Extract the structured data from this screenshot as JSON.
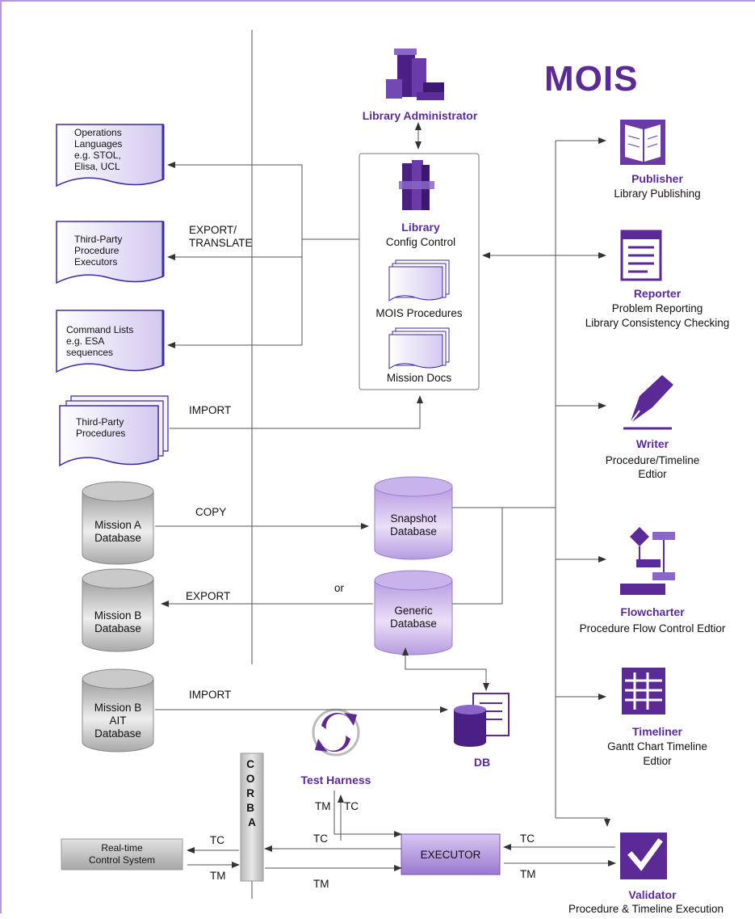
{
  "brand": "MOIS",
  "colors": {
    "purple": "#5b2a97",
    "light_purple": "#c8b4ea",
    "grey_db": "#b5b5b5"
  },
  "left": {
    "doc1": [
      "Operations",
      "Languages",
      "e.g. STOL,",
      "Elisa, UCL"
    ],
    "doc2": [
      "Third-Party",
      "Procedure",
      "Executors"
    ],
    "doc3": [
      "Command Lists",
      "e.g. ESA",
      "sequences"
    ],
    "doc4": [
      "Third-Party",
      "Procedures"
    ],
    "db1": [
      "Mission A",
      "Database"
    ],
    "db2": [
      "Mission B",
      "Database"
    ],
    "db3": [
      "Mission B",
      "AIT",
      "Database"
    ],
    "rtcs": [
      "Real-time",
      "Control System"
    ]
  },
  "edges": {
    "export_translate": [
      "EXPORT/",
      "TRANSLATE"
    ],
    "import1": "IMPORT",
    "copy": "COPY",
    "or": "or",
    "export2": "EXPORT",
    "import2": "IMPORT",
    "tc": "TC",
    "tm": "TM"
  },
  "corba": [
    "C",
    "O",
    "R",
    "B",
    "A"
  ],
  "center": {
    "lib_admin": "Library  Administrator",
    "library_title": "Library",
    "library_sub": "Config Control",
    "mois_procedures": "MOIS Procedures",
    "mission_docs": "Mission Docs",
    "snapshot_db": [
      "Snapshot",
      "Database"
    ],
    "generic_db": [
      "Generic",
      "Database"
    ],
    "db_label": "DB",
    "test_harness": "Test  Harness",
    "executor": "EXECUTOR"
  },
  "tools": [
    {
      "icon": "book-icon",
      "title": "Publisher",
      "desc": [
        "Library Publishing"
      ]
    },
    {
      "icon": "notepad-icon",
      "title": "Reporter",
      "desc": [
        "Problem Reporting",
        "Library Consistency Checking"
      ]
    },
    {
      "icon": "pen-icon",
      "title": "Writer",
      "desc": [
        "Procedure/Timeline",
        "Edtior"
      ]
    },
    {
      "icon": "flowchart-icon",
      "title": "Flowcharter",
      "desc": [
        "Procedure Flow Control Edtior"
      ]
    },
    {
      "icon": "gantt-icon",
      "title": "Timeliner",
      "desc": [
        "Gantt Chart Timeline",
        "Edtior"
      ]
    },
    {
      "icon": "checkmark-icon",
      "title": "Validator",
      "desc": [
        "Procedure & Timeline Execution"
      ]
    }
  ]
}
